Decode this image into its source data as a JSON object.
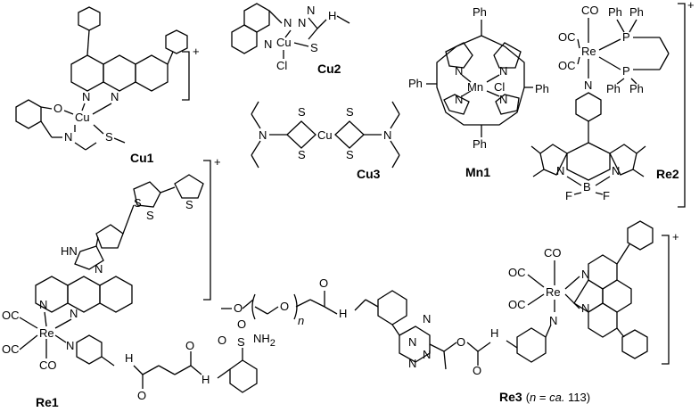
{
  "labels": {
    "cu1": "Cu1",
    "cu2": "Cu2",
    "cu3": "Cu3",
    "mn1": "Mn1",
    "re2": "Re2",
    "re1": "Re1",
    "re3_prefix": "Re3",
    "re3_note_open": "(",
    "re3_n": "n",
    "re3_eq": " = ",
    "re3_ca": "ca.",
    "re3_value": " 113)"
  },
  "charges": {
    "cu1": "+",
    "re2": "+",
    "re1": "+",
    "re3": "+"
  },
  "atoms": {
    "cu": "Cu",
    "mn": "Mn",
    "re": "Re",
    "n": "N",
    "o": "O",
    "s": "S",
    "cl": "Cl",
    "p": "P",
    "b": "B",
    "f": "F",
    "h": "H",
    "nh": "NH",
    "hn": "HN",
    "oc": "OC",
    "co": "CO",
    "ph": "Ph",
    "nh2": "NH",
    "two": "2",
    "n_italic": "n"
  }
}
